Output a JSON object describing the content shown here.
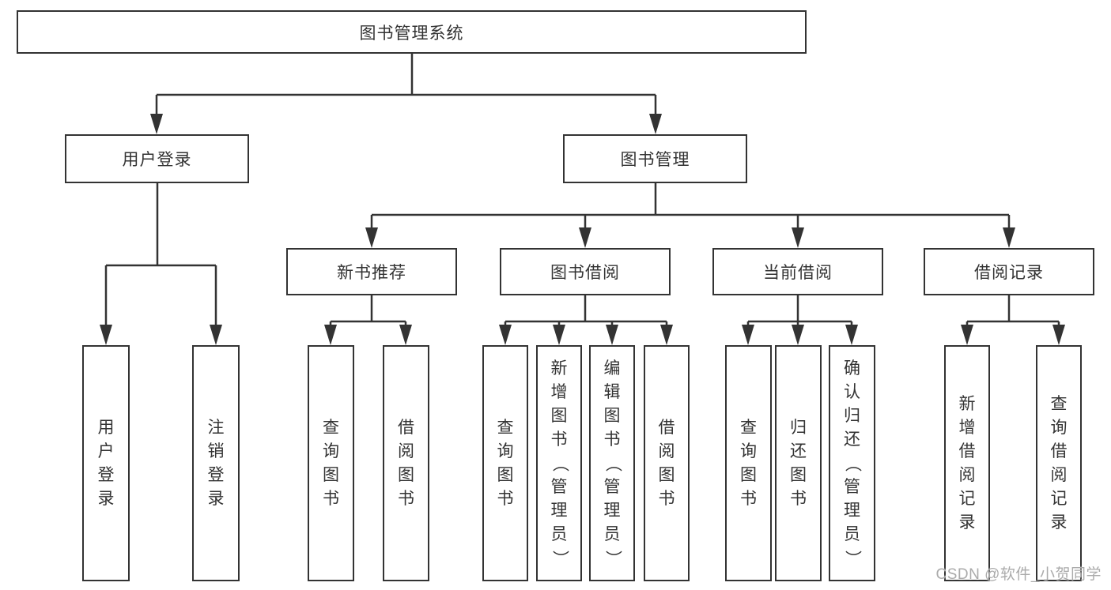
{
  "tree": {
    "label": "图书管理系统",
    "children": [
      {
        "label": "用户登录",
        "children": [
          {
            "label": "用户登录"
          },
          {
            "label": "注销登录"
          }
        ]
      },
      {
        "label": "图书管理",
        "children": [
          {
            "label": "新书推荐",
            "children": [
              {
                "label": "查询图书"
              },
              {
                "label": "借阅图书"
              }
            ]
          },
          {
            "label": "图书借阅",
            "children": [
              {
                "label": "查询图书"
              },
              {
                "label": "新增图书（管理员）"
              },
              {
                "label": "编辑图书（管理员）"
              },
              {
                "label": "借阅图书"
              }
            ]
          },
          {
            "label": "当前借阅",
            "children": [
              {
                "label": "查询图书"
              },
              {
                "label": "归还图书"
              },
              {
                "label": "确认归还（管理员）"
              }
            ]
          },
          {
            "label": "借阅记录",
            "children": [
              {
                "label": "新增借阅记录"
              },
              {
                "label": "查询借阅记录"
              }
            ]
          }
        ]
      }
    ]
  },
  "watermark": {
    "text": "CSDN @软件_小贺同学"
  },
  "colors": {
    "line": "#333333",
    "box_border": "#333333",
    "text": "#333333",
    "watermark": "#ababab",
    "background": "#ffffff"
  }
}
